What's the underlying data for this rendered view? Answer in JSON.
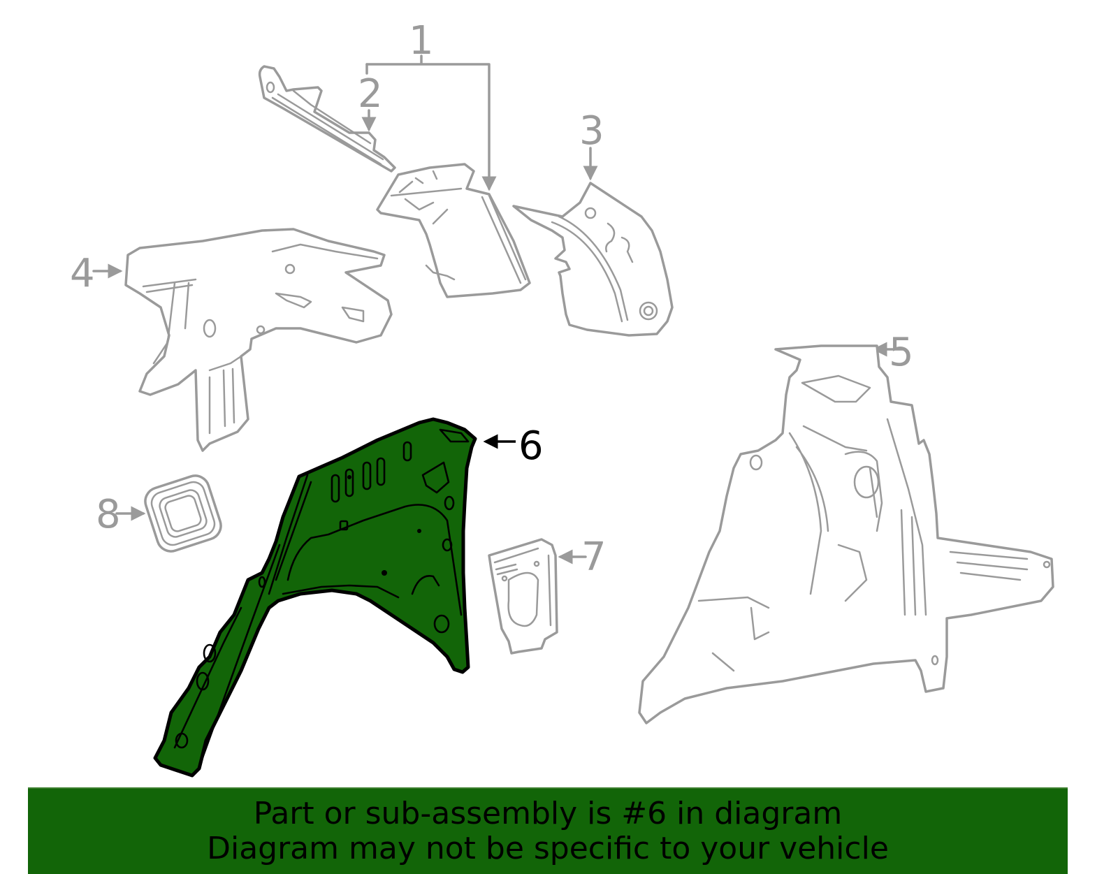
{
  "diagram": {
    "highlighted_part": "6",
    "colors": {
      "highlight_fill": "#126508",
      "highlight_outline": "#000000",
      "line_gray": "#9a9a9a",
      "background": "#ffffff"
    },
    "callouts": [
      {
        "number": "1",
        "highlighted": false
      },
      {
        "number": "2",
        "highlighted": false
      },
      {
        "number": "3",
        "highlighted": false
      },
      {
        "number": "4",
        "highlighted": false
      },
      {
        "number": "5",
        "highlighted": false
      },
      {
        "number": "6",
        "highlighted": true
      },
      {
        "number": "7",
        "highlighted": false
      },
      {
        "number": "8",
        "highlighted": false
      }
    ]
  },
  "banner": {
    "line1": "Part or sub-assembly is #6 in diagram",
    "line2": "Diagram may not be specific to your vehicle",
    "background": "#126508"
  }
}
